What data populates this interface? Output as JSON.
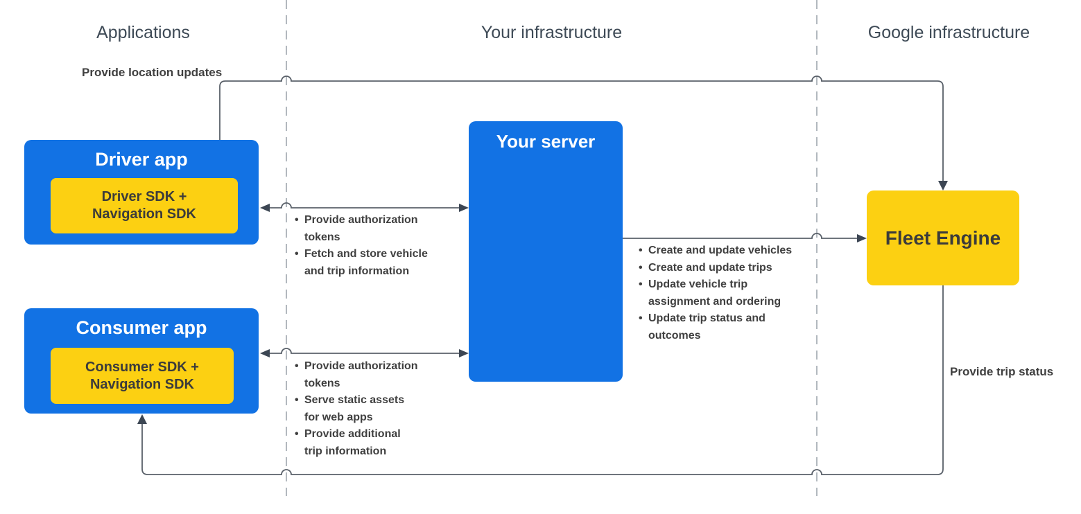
{
  "colors": {
    "node_blue": "#1272e4",
    "node_yellow": "#fcd012",
    "node_text_light": "#ffffff",
    "node_text_dark": "#3b3b3b",
    "header_text": "#3e4a56",
    "label_text": "#3f3f3f",
    "connector_line": "#596069",
    "arrowhead": "#3c4653",
    "column_divider": "#b2b8be"
  },
  "columns": [
    {
      "label": "Applications"
    },
    {
      "label": "Your infrastructure"
    },
    {
      "label": "Google infrastructure"
    }
  ],
  "nodes": {
    "driver_app": {
      "title": "Driver app",
      "sdk_lines": [
        "Driver SDK +",
        "Navigation SDK"
      ]
    },
    "consumer_app": {
      "title": "Consumer app",
      "sdk_lines": [
        "Consumer SDK +",
        "Navigation SDK"
      ]
    },
    "your_server": {
      "title": "Your server"
    },
    "fleet_engine": {
      "title": "Fleet Engine"
    }
  },
  "edges": {
    "driver_to_fleet": {
      "label": "Provide location updates"
    },
    "fleet_to_consumer": {
      "label": "Provide trip status"
    },
    "driver_server": {
      "items": [
        [
          "Provide authorization",
          "tokens"
        ],
        [
          "Fetch and store vehicle",
          "and trip information"
        ]
      ]
    },
    "server_fleet": {
      "items": [
        [
          "Create and update vehicles"
        ],
        [
          "Create and update trips"
        ],
        [
          "Update vehicle trip",
          "assignment and ordering"
        ],
        [
          "Update trip status and",
          "outcomes"
        ]
      ]
    },
    "consumer_server": {
      "items": [
        [
          "Provide authorization",
          "tokens"
        ],
        [
          "Serve static assets",
          "for web apps"
        ],
        [
          "Provide additional",
          "trip information"
        ]
      ]
    }
  }
}
